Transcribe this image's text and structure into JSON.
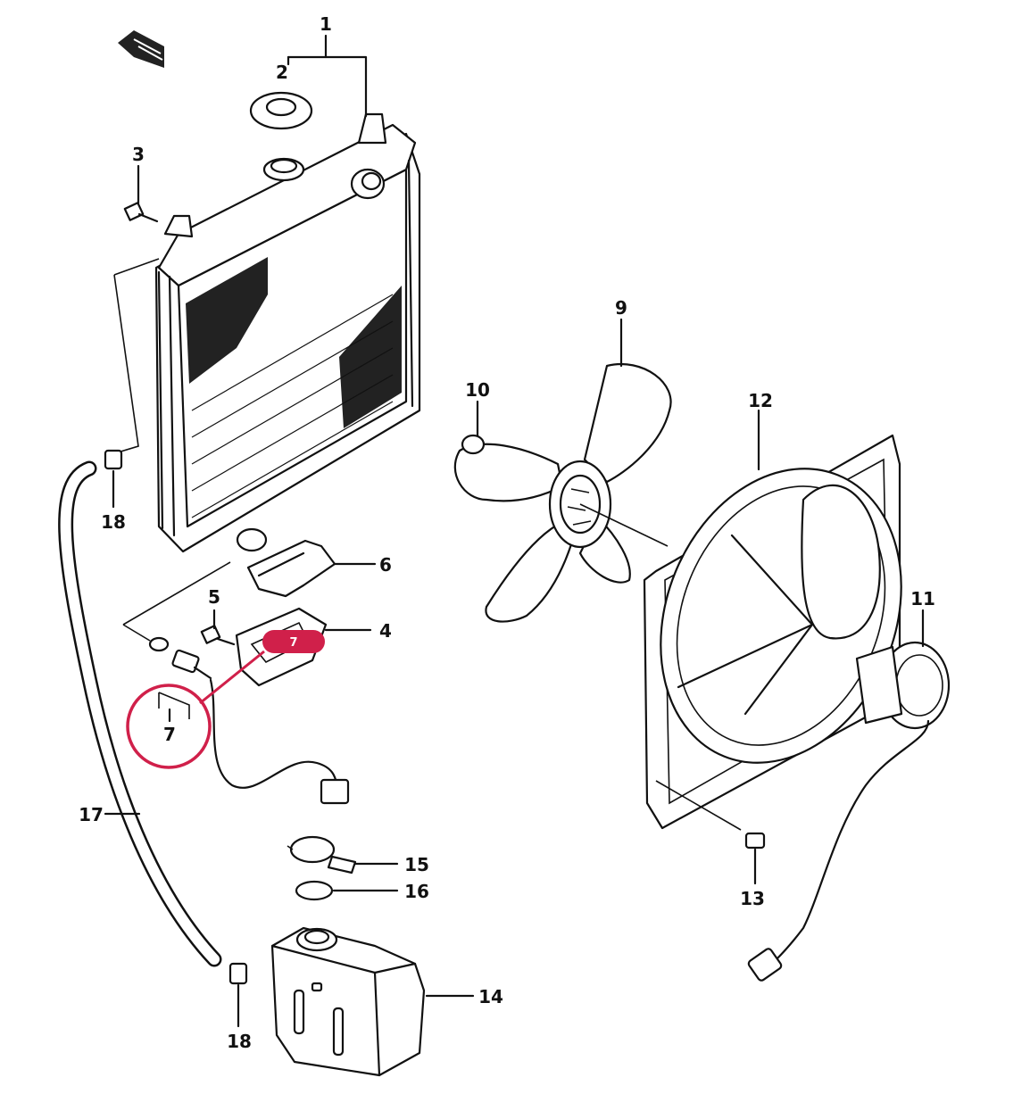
{
  "callouts": [
    {
      "id": "1",
      "label": "1"
    },
    {
      "id": "2",
      "label": "2"
    },
    {
      "id": "3",
      "label": "3"
    },
    {
      "id": "4",
      "label": "4"
    },
    {
      "id": "5",
      "label": "5"
    },
    {
      "id": "6",
      "label": "6"
    },
    {
      "id": "7",
      "label": "7"
    },
    {
      "id": "9",
      "label": "9"
    },
    {
      "id": "10",
      "label": "10"
    },
    {
      "id": "11",
      "label": "11"
    },
    {
      "id": "12",
      "label": "12"
    },
    {
      "id": "13",
      "label": "13"
    },
    {
      "id": "14",
      "label": "14"
    },
    {
      "id": "15",
      "label": "15"
    },
    {
      "id": "16",
      "label": "16"
    },
    {
      "id": "17",
      "label": "17"
    },
    {
      "id": "18a",
      "label": "18"
    },
    {
      "id": "18b",
      "label": "18"
    }
  ],
  "highlight": {
    "badge_label": "7",
    "color": "#d0204a"
  }
}
